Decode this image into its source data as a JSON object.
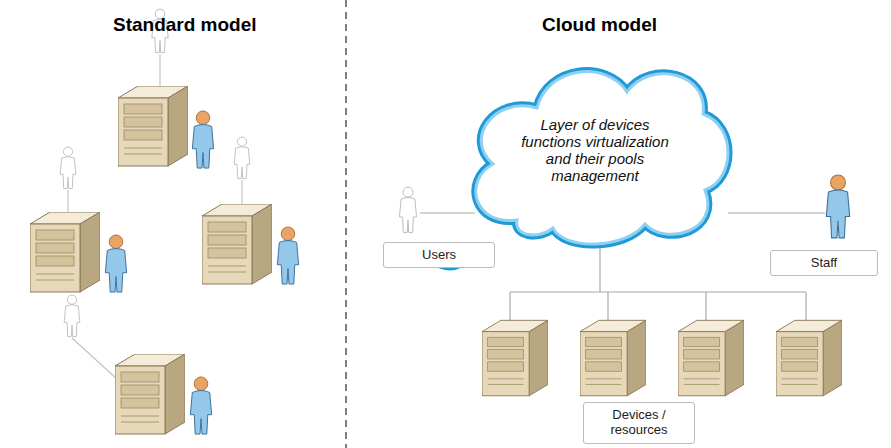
{
  "diagram": {
    "nodes": [
      {
        "text": [
          "Layer of devices functions virtualization and their pools management"
        ]
      },
      {
        "text": [
          "Users"
        ]
      },
      {
        "text": [
          "Staff"
        ]
      },
      {
        "text": [
          "Devices / resources"
        ]
      }
    ],
    "labels": [
      "Standard model",
      "Cloud model"
    ]
  }
}
